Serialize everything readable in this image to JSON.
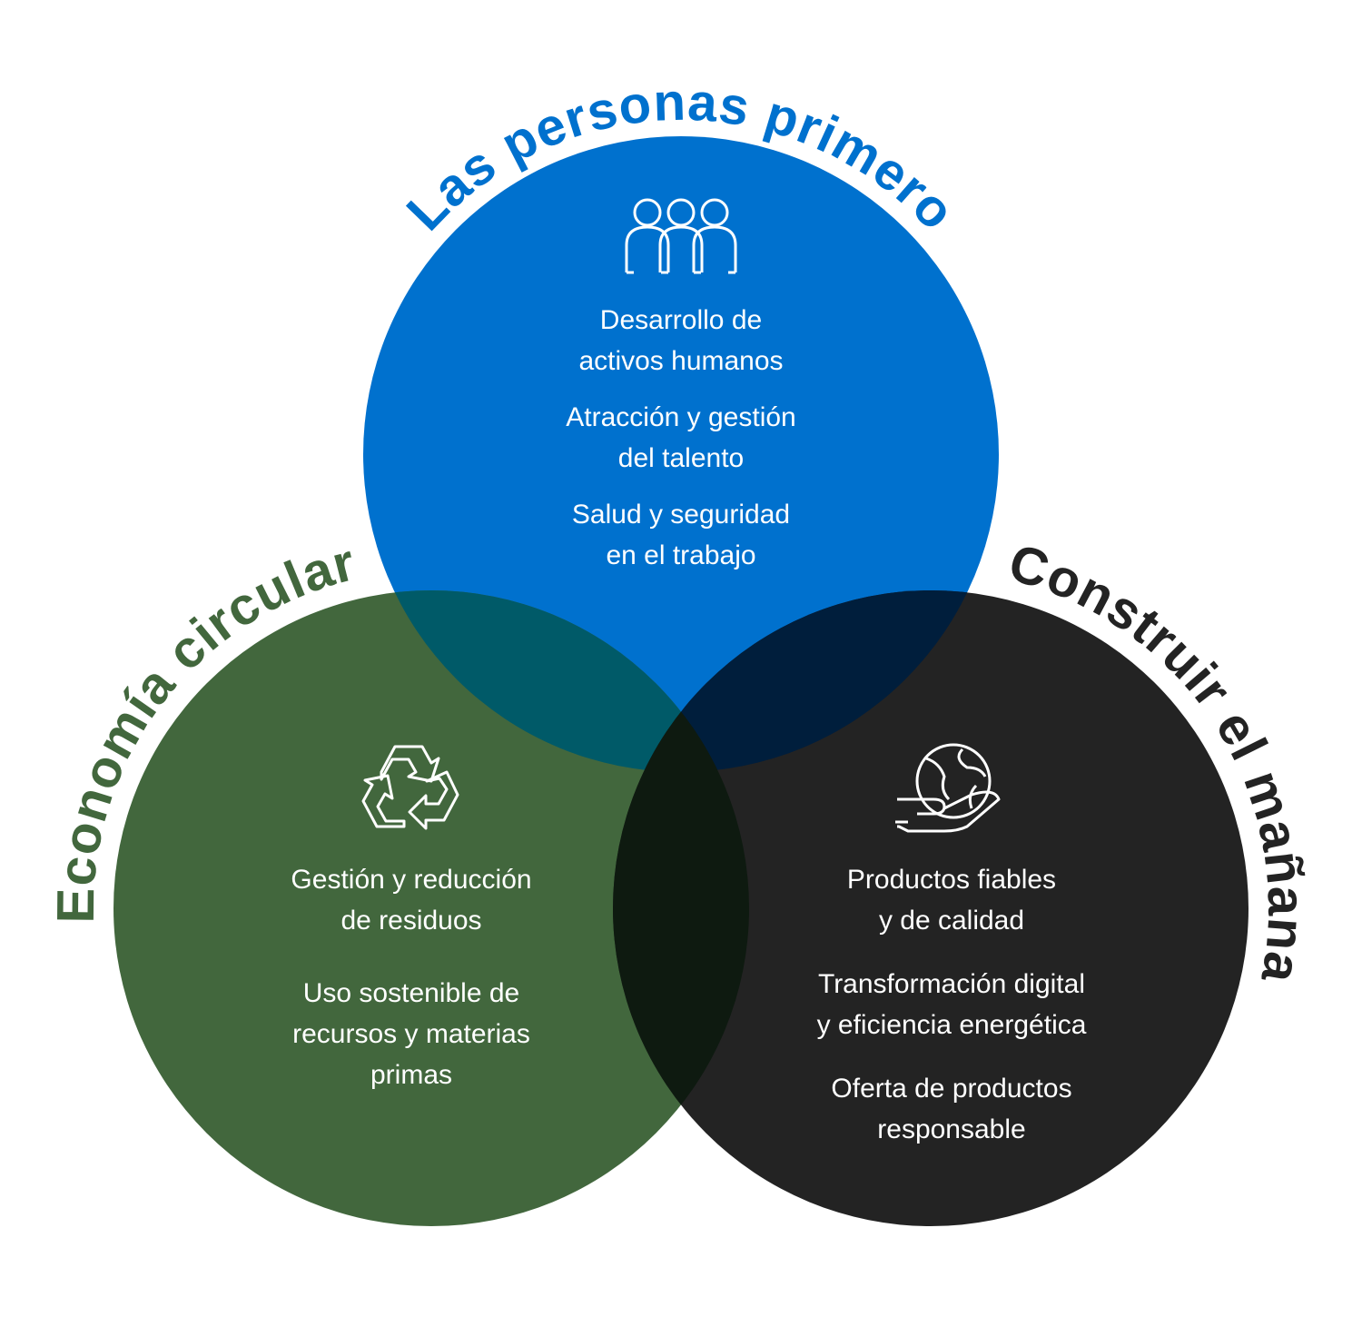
{
  "colors": {
    "blue": "#0071CE",
    "green": "#42673D",
    "dark": "#232323",
    "blue_green": "#005A68",
    "blue_dark": "#001E3C",
    "green_dark": "#0E1A10",
    "center": "#0E1A10"
  },
  "people": {
    "title": "Las personas primero",
    "icon": "people-group-icon",
    "items": [
      [
        "Desarrollo de",
        "activos humanos"
      ],
      [
        "Atracción y gestión",
        "del talento"
      ],
      [
        "Salud y seguridad",
        "en el trabajo"
      ]
    ]
  },
  "circular": {
    "title": "Economía circular",
    "icon": "recycle-icon",
    "items": [
      [
        "Gestión y reducción",
        "de residuos"
      ],
      [
        "Uso sostenible de",
        "recursos y materias",
        "primas"
      ]
    ]
  },
  "future": {
    "title": "Construir el mañana",
    "icon": "globe-in-hand-icon",
    "items": [
      [
        "Productos fiables",
        "y de calidad"
      ],
      [
        "Transformación digital",
        "y eficiencia energética"
      ],
      [
        "Oferta de productos",
        "responsable"
      ]
    ]
  }
}
